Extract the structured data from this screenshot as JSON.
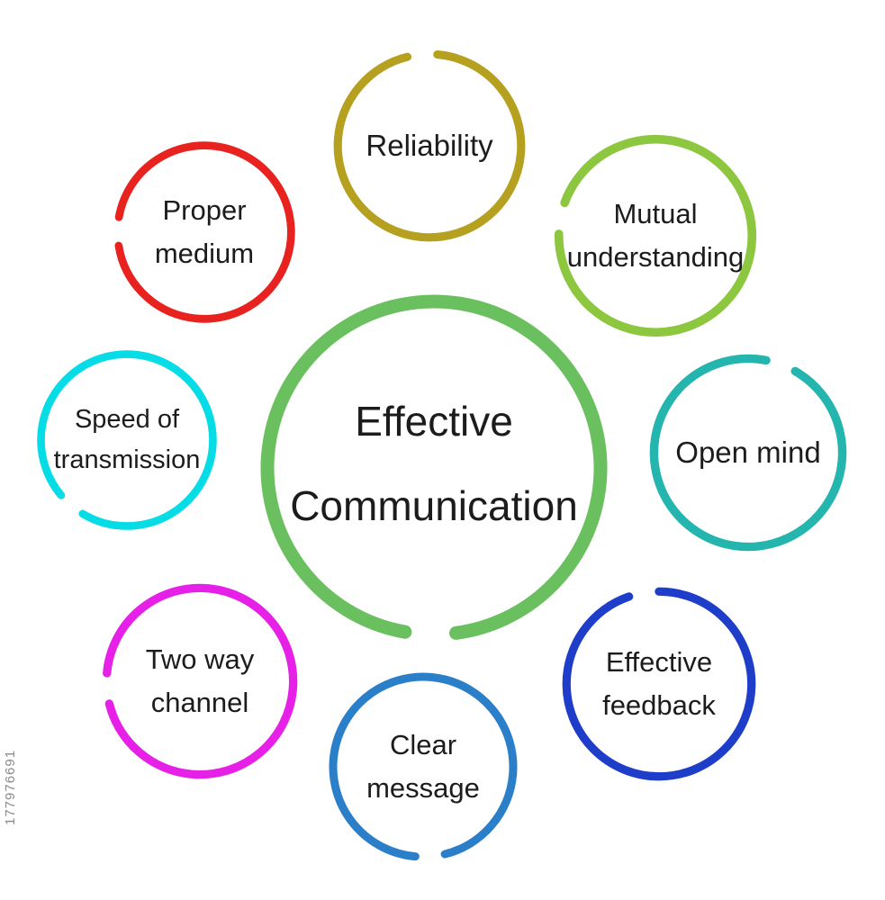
{
  "watermark": "177976691",
  "center": {
    "line1": "Effective",
    "line2": "Communication",
    "color": "#6abf5e"
  },
  "nodes": [
    {
      "id": "reliability",
      "label": "Reliability",
      "color": "#b5a01f"
    },
    {
      "id": "mutual-understanding",
      "label": "Mutual understanding",
      "color": "#8dc63f"
    },
    {
      "id": "open-mind",
      "label": "Open mind",
      "color": "#23b5ae"
    },
    {
      "id": "effective-feedback",
      "label": "Effective feedback",
      "color": "#1e3ec9"
    },
    {
      "id": "clear-message",
      "label": "Clear message",
      "color": "#2b7fc8"
    },
    {
      "id": "two-way-channel",
      "label": "Two way channel",
      "color": "#e620e6"
    },
    {
      "id": "speed-of-transmission",
      "label": "Speed of transmission",
      "color": "#06dce6"
    },
    {
      "id": "proper-medium",
      "label": "Proper medium",
      "color": "#e8231f"
    }
  ]
}
